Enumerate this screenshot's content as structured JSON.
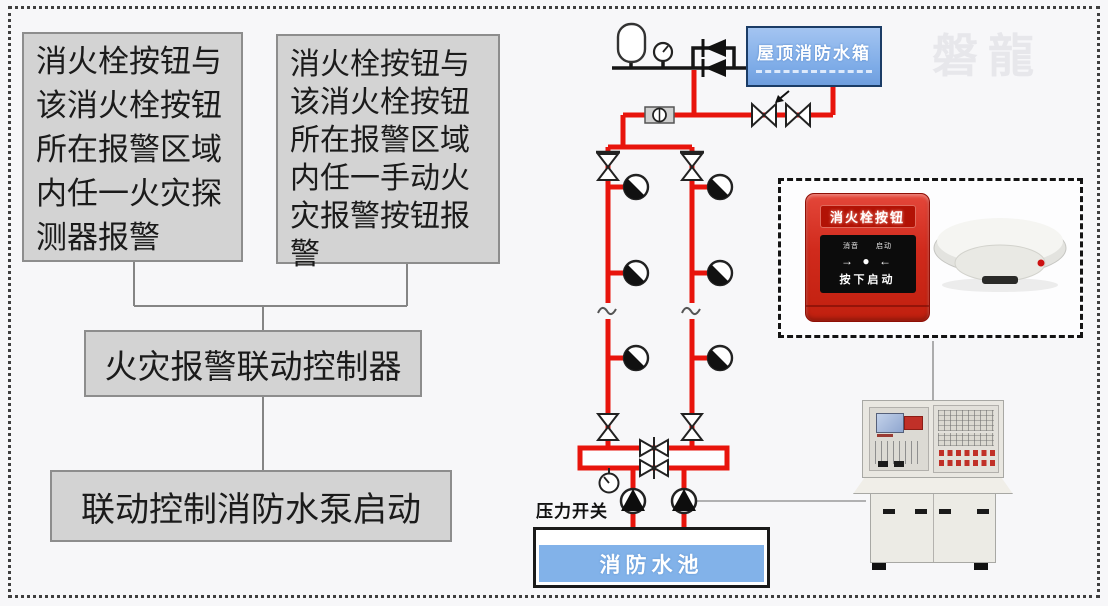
{
  "watermark": "磐龍",
  "flowchart": {
    "box1": "消火栓按钮与该消火栓按钮所在报警区域内任一火灾探测器报警",
    "box2": "消火栓按钮与该消火栓按钮所在报警区域内任一手动火灾报警按钮报警",
    "controller": "火灾报警联动控制器",
    "action": "联动控制消防水泵启动"
  },
  "diagram": {
    "roof_tank_label": "屋顶消防水箱",
    "pool_label": "消防水池",
    "pressure_switch_label": "压力开关"
  },
  "devices": {
    "hydrant_button_title": "消火栓按钮",
    "hydrant_button_indicators": "消音 启动",
    "hydrant_button_press_row": "→ ● ←",
    "hydrant_button_action": "按下启动"
  },
  "colors": {
    "pipe_red": "#e8140c",
    "pipe_black": "#151515",
    "tank_blue": "#7dabe7",
    "pool_blue": "#82b2e9",
    "box_gray": "#d3d3d3",
    "device_red": "#d02a1c"
  }
}
